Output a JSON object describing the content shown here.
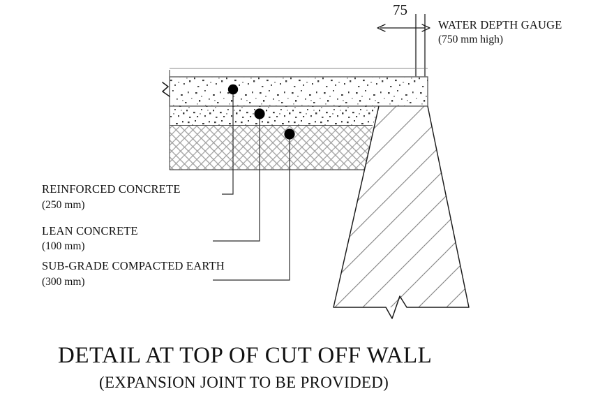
{
  "drawing": {
    "title_main": "DETAIL AT TOP OF CUT OFF WALL",
    "title_sub": "(EXPANSION JOINT TO BE PROVIDED)",
    "dimension": {
      "value": "75",
      "name": "gauge-thickness-dimension"
    },
    "gauge": {
      "label": "WATER DEPTH GAUGE",
      "sub_label": "(750 mm high)"
    },
    "layers": [
      {
        "id": "reinforced-concrete",
        "label": "REINFORCED CONCRETE",
        "sub_label": "(250 mm)",
        "hatch": "speckled-aggregate"
      },
      {
        "id": "lean-concrete",
        "label": "LEAN CONCRETE",
        "sub_label": "(100 mm)",
        "hatch": "speckled-aggregate-dense"
      },
      {
        "id": "sub-grade-compacted-earth",
        "label": "SUB-GRADE COMPACTED EARTH",
        "sub_label": "(300 mm)",
        "hatch": "basket-weave-crosshatch"
      }
    ],
    "wall": {
      "id": "cut-off-wall",
      "hatch": "diagonal-hatch"
    },
    "colors": {
      "ink": "#000000",
      "line": "#555555",
      "hatch": "#8d8d8d",
      "background": "#ffffff"
    }
  }
}
